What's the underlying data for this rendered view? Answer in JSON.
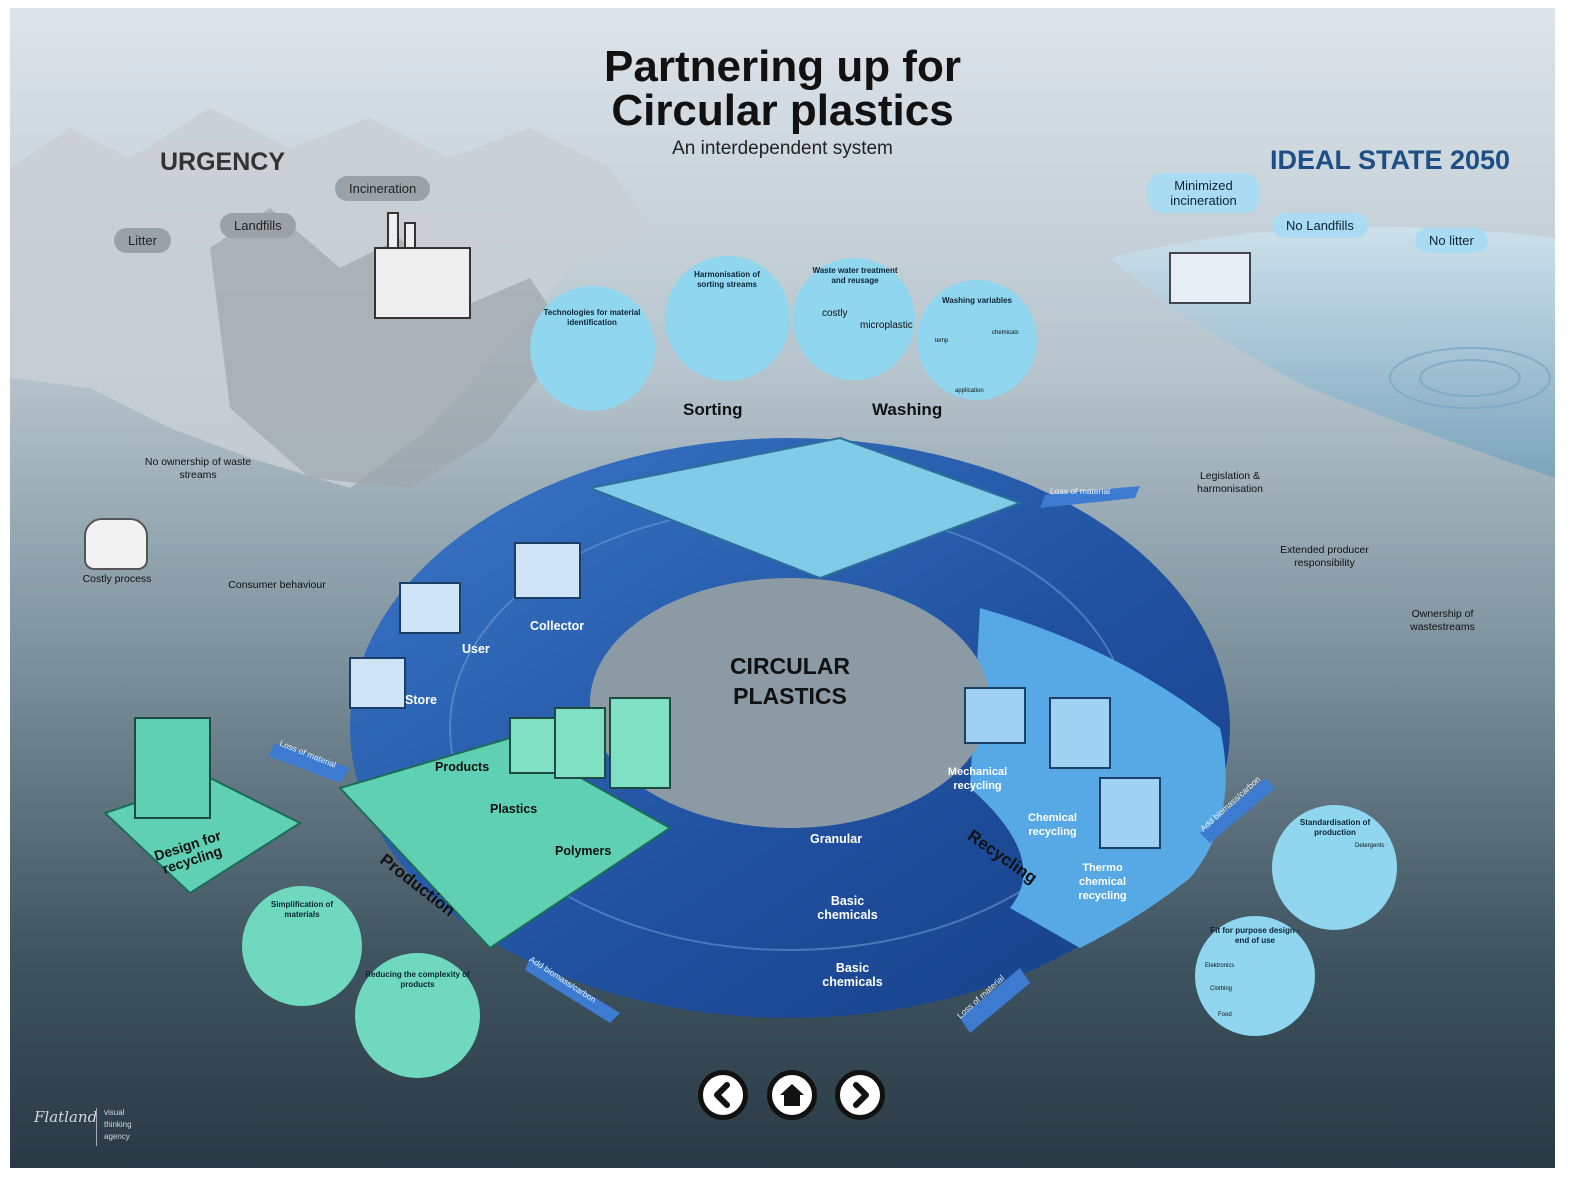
{
  "header": {
    "title_line1": "Partnering up for",
    "title_line2": "Circular plastics",
    "subtitle": "An interdependent system"
  },
  "urgency": {
    "heading": "URGENCY",
    "pills": [
      "Incineration",
      "Landfills",
      "Litter"
    ],
    "labels": [
      "No ownership of waste streams",
      "Costly process",
      "Consumer behaviour"
    ]
  },
  "ideal": {
    "heading": "IDEAL STATE 2050",
    "pills": [
      "Minimized incineration",
      "No Landfills",
      "No litter"
    ],
    "labels": [
      "Legislation & harmonisation",
      "Extended producer responsibility",
      "Ownership of wastestreams"
    ]
  },
  "top_circles": [
    "Technologies for material identification",
    "Harmonisation of sorting streams",
    "Waste water treatment and reusage",
    "Washing variables"
  ],
  "top_circle_notes": [
    "costly",
    "microplastic",
    "temp",
    "chemicals",
    "application"
  ],
  "wheel": {
    "center_line1": "CIRCULAR",
    "center_line2": "PLASTICS",
    "stations": {
      "sorting": "Sorting",
      "washing": "Washing",
      "collector": "Collector",
      "user": "User",
      "store": "Store",
      "products": "Products",
      "plastics": "Plastics",
      "polymers": "Polymers",
      "production": "Production",
      "recycling": "Recycling",
      "mechanical": "Mechanical recycling",
      "chemical": "Chemical recycling",
      "thermo": "Thermo chemical recycling",
      "granular": "Granular",
      "basic1": "Basic chemicals",
      "basic2": "Basic chemicals"
    },
    "arrow_labels": {
      "loss_top": "Loss of material",
      "loss_left": "Loss of material",
      "loss_bottom": "Loss of material",
      "add_right": "Add biomass/carbon",
      "add_bottom": "Add biomass/carbon"
    }
  },
  "design": {
    "label": "Design for recycling",
    "circles": [
      "Simplification of materials",
      "Reducing the complexity of products"
    ]
  },
  "right_circles": {
    "standard": "Standardisation of production",
    "detergents": "Detergents",
    "fit": "Fit for purpose design - end of use",
    "items": [
      "Elektronics",
      "Clothing",
      "Food"
    ]
  },
  "nav": {
    "prev": "chevron-left",
    "home": "home",
    "next": "chevron-right"
  },
  "logo": {
    "brand": "Flatland",
    "tag_line1": "visual",
    "tag_line2": "thinking",
    "tag_line3": "agency"
  },
  "colors": {
    "ring_dark": "#1f4f9e",
    "ring_mid": "#2e6dc2",
    "ring_light": "#56a9e4",
    "production": "#5fd0b2",
    "sorting": "#7fcbe8",
    "circle_blue": "#8fd6ee",
    "circle_teal": "#6fd8bd"
  }
}
